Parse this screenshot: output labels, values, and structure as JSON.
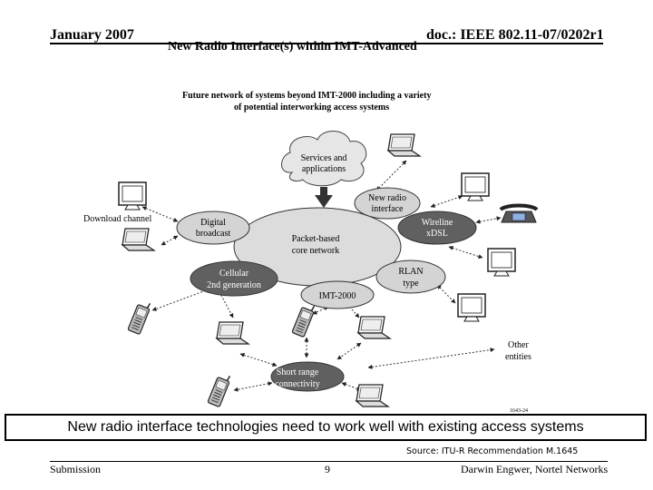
{
  "header": {
    "date": "January 2007",
    "doc_id": "doc.: IEEE 802.11-07/0202r1",
    "subtitle": "New Radio Interface(s) within IMT-Advanced"
  },
  "figure": {
    "title_line1": "Future network of systems beyond IMT-2000 including a variety",
    "title_line2": "of potential interworking access systems",
    "cloud_line1": "Services and",
    "cloud_line2": "applications",
    "core_line1": "Packet-based",
    "core_line2": "core network",
    "nodes": {
      "digital_broadcast": [
        "Digital",
        "broadcast"
      ],
      "new_radio": [
        "New radio",
        "interface"
      ],
      "wireline": [
        "Wireline",
        "xDSL"
      ],
      "cellular": [
        "Cellular",
        "2nd generation"
      ],
      "imt2000": [
        "IMT-2000"
      ],
      "rlan": [
        "RLAN",
        "type"
      ],
      "short_range": [
        "Short range",
        "connectivity"
      ]
    },
    "labels": {
      "download_channel": "Download channel",
      "other_entities_1": "Other",
      "other_entities_2": "entities"
    },
    "figure_code": "1643-24"
  },
  "callout": "New radio interface technologies need to work well with existing access systems",
  "source": "Source: ITU-R Recommendation M.1645",
  "footer": {
    "left": "Submission",
    "page": "9",
    "right": "Darwin Engwer, Nortel Networks"
  }
}
